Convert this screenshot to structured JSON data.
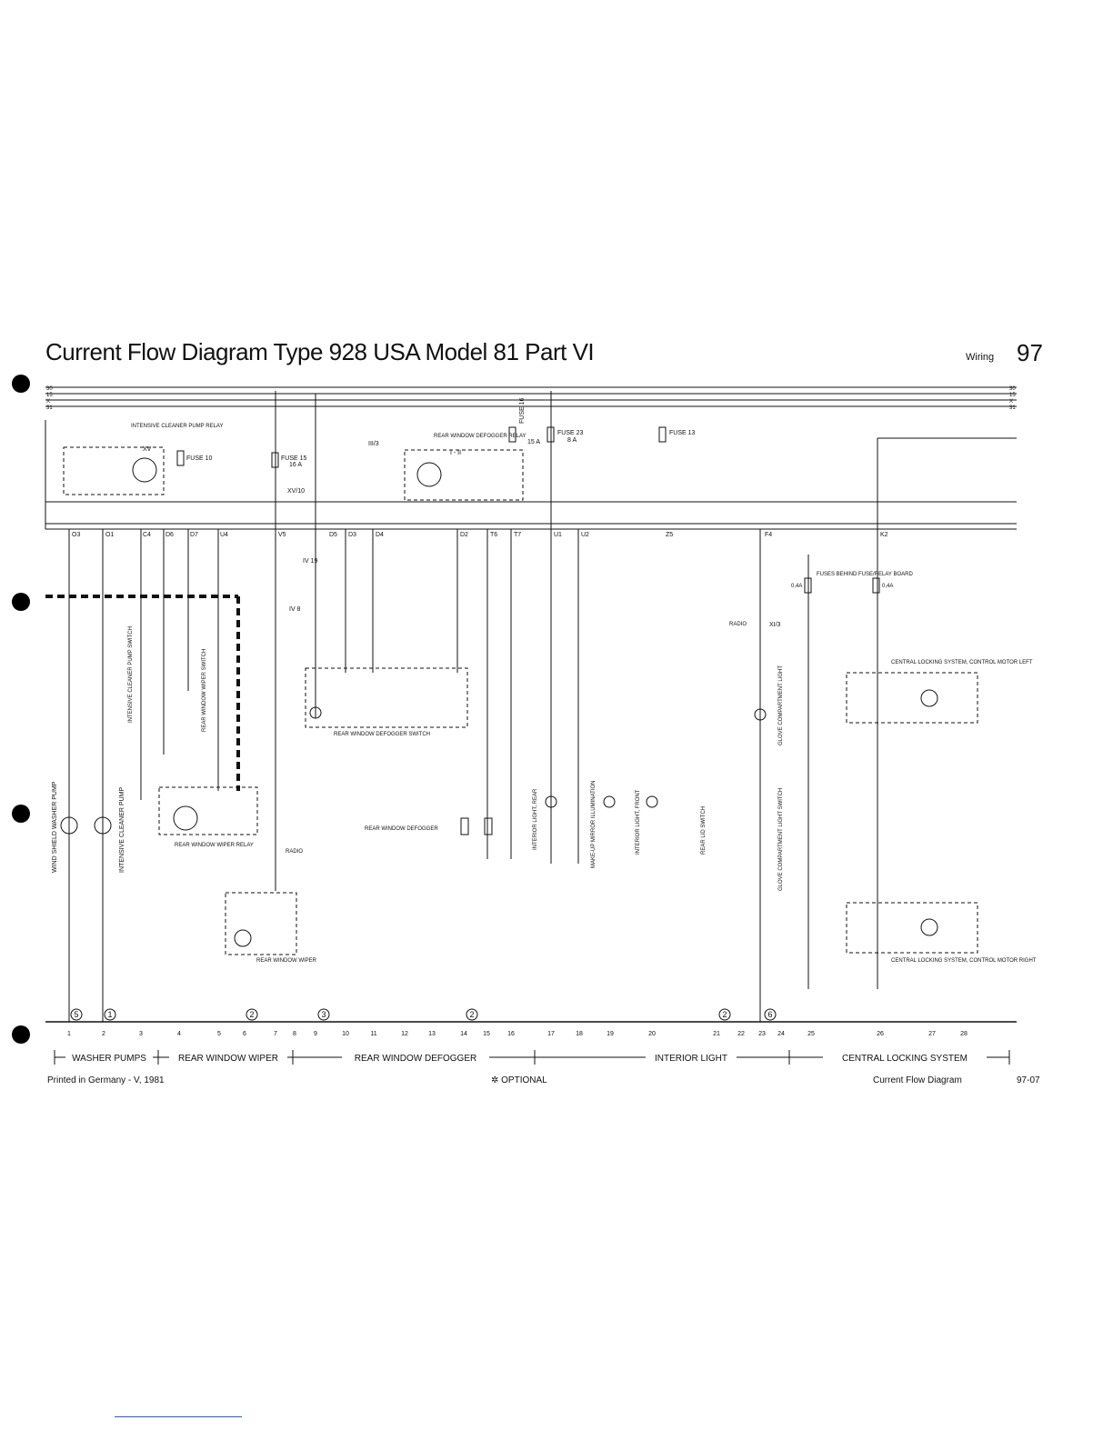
{
  "header": {
    "title": "Current Flow Diagram Type 928 USA   Model 81  Part VI",
    "section": "Wiring",
    "page": "97"
  },
  "bus_labels": [
    "30",
    "15",
    "X",
    "31"
  ],
  "fuses": [
    {
      "label": "FUSE 10"
    },
    {
      "label": "FUSE 15",
      "rating": "16 A"
    },
    {
      "label": "FUSE 16",
      "rating": "15 A"
    },
    {
      "label": "FUSE 23",
      "rating": "8 A"
    },
    {
      "label": "FUSE 13"
    }
  ],
  "relays": {
    "intensive_cleaner": "INTENSIVE CLEANER PUMP RELAY",
    "intensive_cleaner_code": "XV",
    "defogger_relay": "REAR WINDOW DEFOGGER RELAY",
    "defogger_code": "I - II",
    "defogger_ref": "III/3",
    "wiper_relay": "REAR WINDOW WIPER RELAY"
  },
  "refs": [
    "XV/10",
    "IV 19",
    "IV 8",
    "XI/3"
  ],
  "wire_tags": [
    "O3",
    "O1",
    "C4",
    "D6",
    "D7",
    "U4",
    "V5",
    "D5",
    "D3",
    "D4",
    "D2",
    "T6",
    "T7",
    "U1",
    "U2",
    "Z5",
    "F4",
    "K2"
  ],
  "components": {
    "windshield_pump": "WIND SHIELD WASHER PUMP",
    "intensive_pump": "INTENSIVE CLEANER PUMP",
    "intensive_pump_switch": "INTENSIVE CLEANER PUMP SWITCH",
    "wiper_switch": "REAR WINDOW WIPER SWITCH",
    "defogger_switch": "REAR WINDOW DEFOGGER SWITCH",
    "defogger": "REAR WINDOW DEFOGGER",
    "wiper": "REAR WINDOW WIPER",
    "radio": "RADIO",
    "interior_rear": "INTERIOR LIGHT, REAR",
    "mirror": "MAKE-UP MIRROR ILLUMINATION",
    "interior_front": "INTERIOR LIGHT, FRONT",
    "rear_lid_switch": "REAR LID SWITCH",
    "glove_light": "GLOVE COMPARTMENT LIGHT",
    "glove_switch": "GLOVE COMPARTMENT LIGHT SWITCH",
    "fuses_behind": "FUSES BEHIND FUSE/RELAY BOARD",
    "fuse_rating": "0,4A",
    "lock_left": "CENTRAL LOCKING SYSTEM, CONTROL MOTOR LEFT",
    "lock_right": "CENTRAL LOCKING SYSTEM, CONTROL MOTOR RIGHT"
  },
  "ground_points": [
    "5",
    "1",
    "2",
    "3",
    "2",
    "2",
    "6"
  ],
  "track_numbers": [
    "1",
    "2",
    "3",
    "4",
    "5",
    "6",
    "7",
    "8",
    "9",
    "10",
    "11",
    "12",
    "13",
    "14",
    "15",
    "16",
    "17",
    "18",
    "19",
    "20",
    "21",
    "22",
    "23",
    "24",
    "25",
    "26",
    "27",
    "28"
  ],
  "sections": [
    "WASHER PUMPS",
    "REAR WINDOW WIPER",
    "REAR WINDOW DEFOGGER",
    "INTERIOR LIGHT",
    "CENTRAL LOCKING SYSTEM"
  ],
  "footer": {
    "printed": "Printed in Germany - V, 1981",
    "optional": "✲ OPTIONAL",
    "doc_name": "Current Flow Diagram",
    "doc_code": "97-07"
  }
}
